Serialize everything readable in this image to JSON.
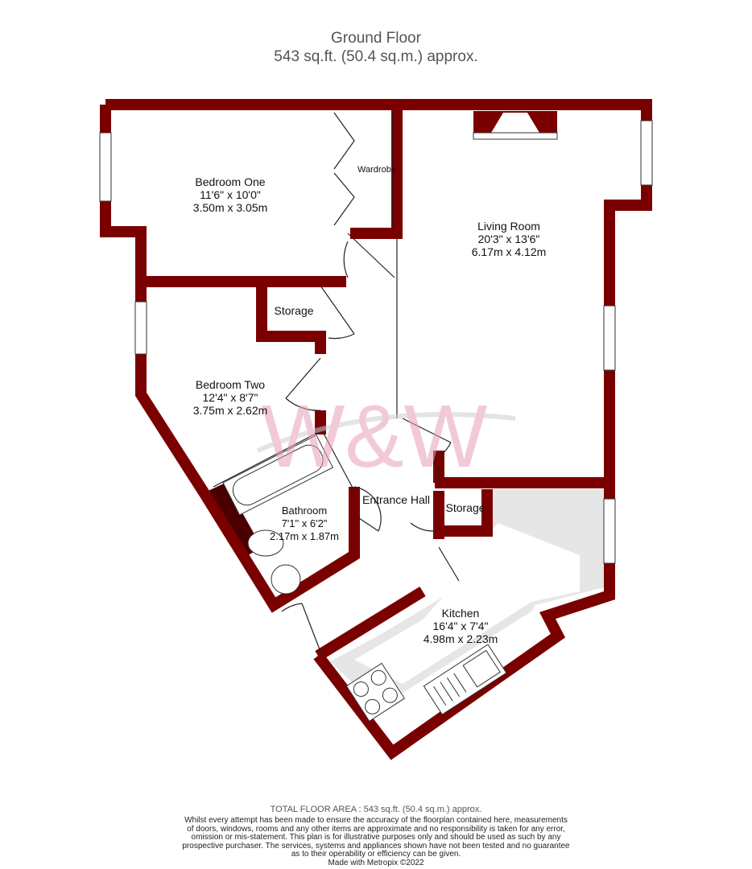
{
  "header": {
    "floor": "Ground Floor",
    "area": "543 sq.ft. (50.4 sq.m.) approx."
  },
  "rooms": [
    {
      "name": "Bedroom One",
      "imperial": "11'6\"  x 10'0\"",
      "metric": "3.50m  x 3.05m"
    },
    {
      "name": "Living Room",
      "imperial": "20'3\"  x 13'6\"",
      "metric": "6.17m  x 4.12m"
    },
    {
      "name": "Bedroom Two",
      "imperial": "12'4\"  x 8'7\"",
      "metric": "3.75m  x 2.62m"
    },
    {
      "name": "Bathroom",
      "imperial": "7'1\"  x 6'2\"",
      "metric": "2.17m  x 1.87m"
    },
    {
      "name": "Kitchen",
      "imperial": "16'4\"  x 7'4\"",
      "metric": "4.98m  x 2.23m"
    }
  ],
  "labels": {
    "wardrobe": "Wardrobe",
    "storage1": "Storage",
    "storage2": "Storage",
    "hall": "Entrance Hall"
  },
  "watermark": "W&W",
  "footer": {
    "total": "TOTAL FLOOR AREA : 543 sq.ft. (50.4 sq.m.) approx.",
    "disclaimer": [
      "Whilst every attempt has been made to ensure the accuracy of the floorplan contained here, measurements",
      "of doors, windows, rooms and any other items are approximate and no responsibility is taken for any error,",
      "omission or mis-statement. This plan is for illustrative purposes only and should be used as such by any",
      "prospective purchaser. The services, systems and appliances shown have not been tested and no guarantee",
      "as to their operability or efficiency can be given."
    ],
    "credit": "Made with Metropix ©2022"
  },
  "colors": {
    "wall": "#7a0000",
    "watermark": "#e8a0b8"
  }
}
